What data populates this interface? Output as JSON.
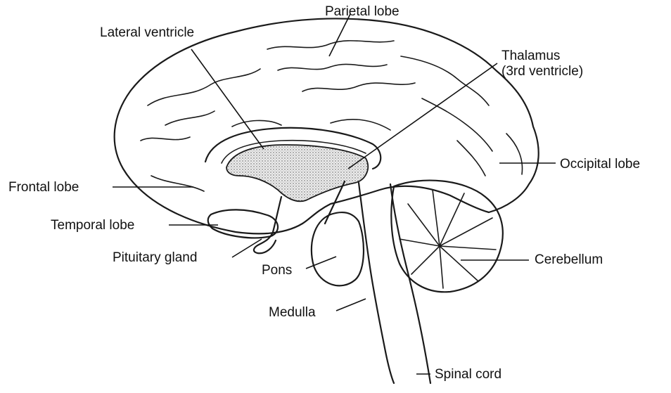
{
  "labels": {
    "parietal_lobe": "Parietal lobe",
    "lateral_ventricle": "Lateral ventricle",
    "thalamus_line1": "Thalamus",
    "thalamus_line2": "(3rd ventricle)",
    "occipital_lobe": "Occipital lobe",
    "frontal_lobe": "Frontal lobe",
    "temporal_lobe": "Temporal lobe",
    "pituitary_gland": "Pituitary gland",
    "pons": "Pons",
    "cerebellum": "Cerebellum",
    "medulla": "Medulla",
    "spinal_cord": "Spinal cord"
  },
  "colors": {
    "ink": "#111111",
    "stipple": "#d9d9d9",
    "background": "#ffffff"
  }
}
